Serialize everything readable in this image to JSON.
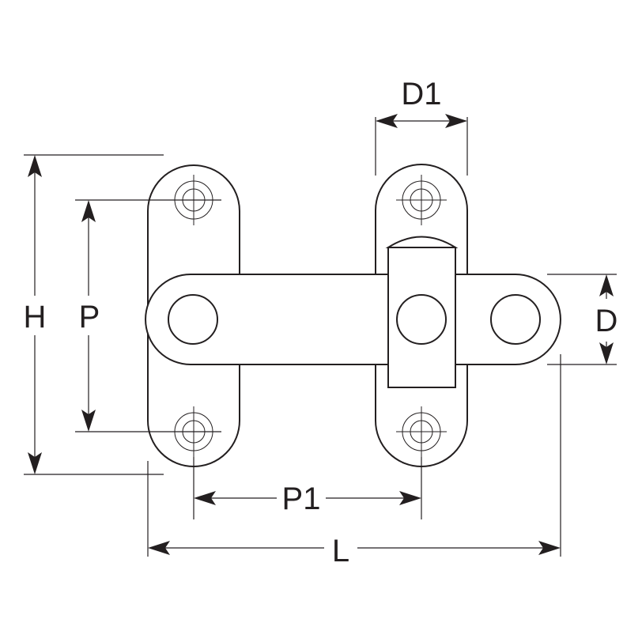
{
  "dimensions": {
    "D1": "D1",
    "H": "H",
    "P": "P",
    "D": "D",
    "P1": "P1",
    "L": "L"
  },
  "colors": {
    "line": "#231f20",
    "background": "#ffffff"
  }
}
